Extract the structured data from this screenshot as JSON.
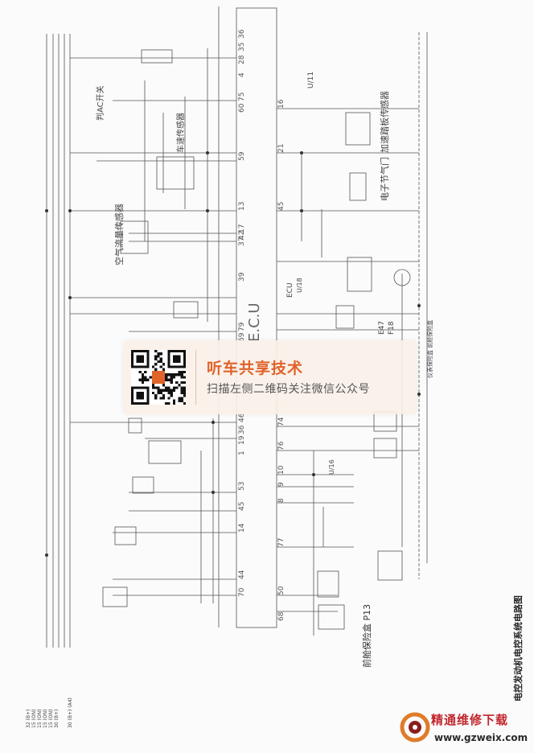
{
  "diagram": {
    "caption": "电控发动机电控系统电路图",
    "ecu_label": "E.C.U",
    "left_bus_labels": [
      "32 (B+)",
      "15 (ON)",
      "15 (ON)",
      "15 (ON)",
      "15 (ON)",
      "30 (B+)"
    ],
    "left_bus_note": "30 (B+) (A4)",
    "pins_top": [
      "36",
      "35",
      "28",
      "4",
      "75",
      "60",
      "59",
      "13",
      "17",
      "42",
      "37",
      "39",
      "79",
      "69",
      "46",
      "36",
      "19",
      "1",
      "53",
      "45",
      "14",
      "44",
      "70"
    ],
    "pins_bottom": [
      "16",
      "21",
      "45",
      "74",
      "76",
      "10",
      "9",
      "8",
      "77",
      "50",
      "68"
    ],
    "components": [
      {
        "label": "判AC开关",
        "kind": "switch"
      },
      {
        "label": "车速传感器",
        "kind": "sensor"
      },
      {
        "label": "空气流量传感器",
        "kind": "sensor"
      },
      {
        "label": "加速踏板传感器",
        "kind": "sensor"
      },
      {
        "label": "电子节气门",
        "kind": "actuator"
      },
      {
        "label": "前舱保险盒 P13",
        "kind": "fuse-box"
      },
      {
        "label": "仪表保险盒 前舱保险盒",
        "kind": "fuse-box"
      }
    ],
    "misc_labels": [
      "ECU",
      "E47",
      "F18",
      "U/11",
      "U/18",
      "U/16"
    ]
  },
  "watermark": {
    "title": "听车共享技术",
    "subtitle": "扫描左侧二维码关注微信公众号",
    "accent_color": "#e0632a"
  },
  "logo": {
    "title": "精通维修下载",
    "url": "www.gzweix.com",
    "accent_color": "#c1272d",
    "icon": "gear-eye-icon"
  }
}
